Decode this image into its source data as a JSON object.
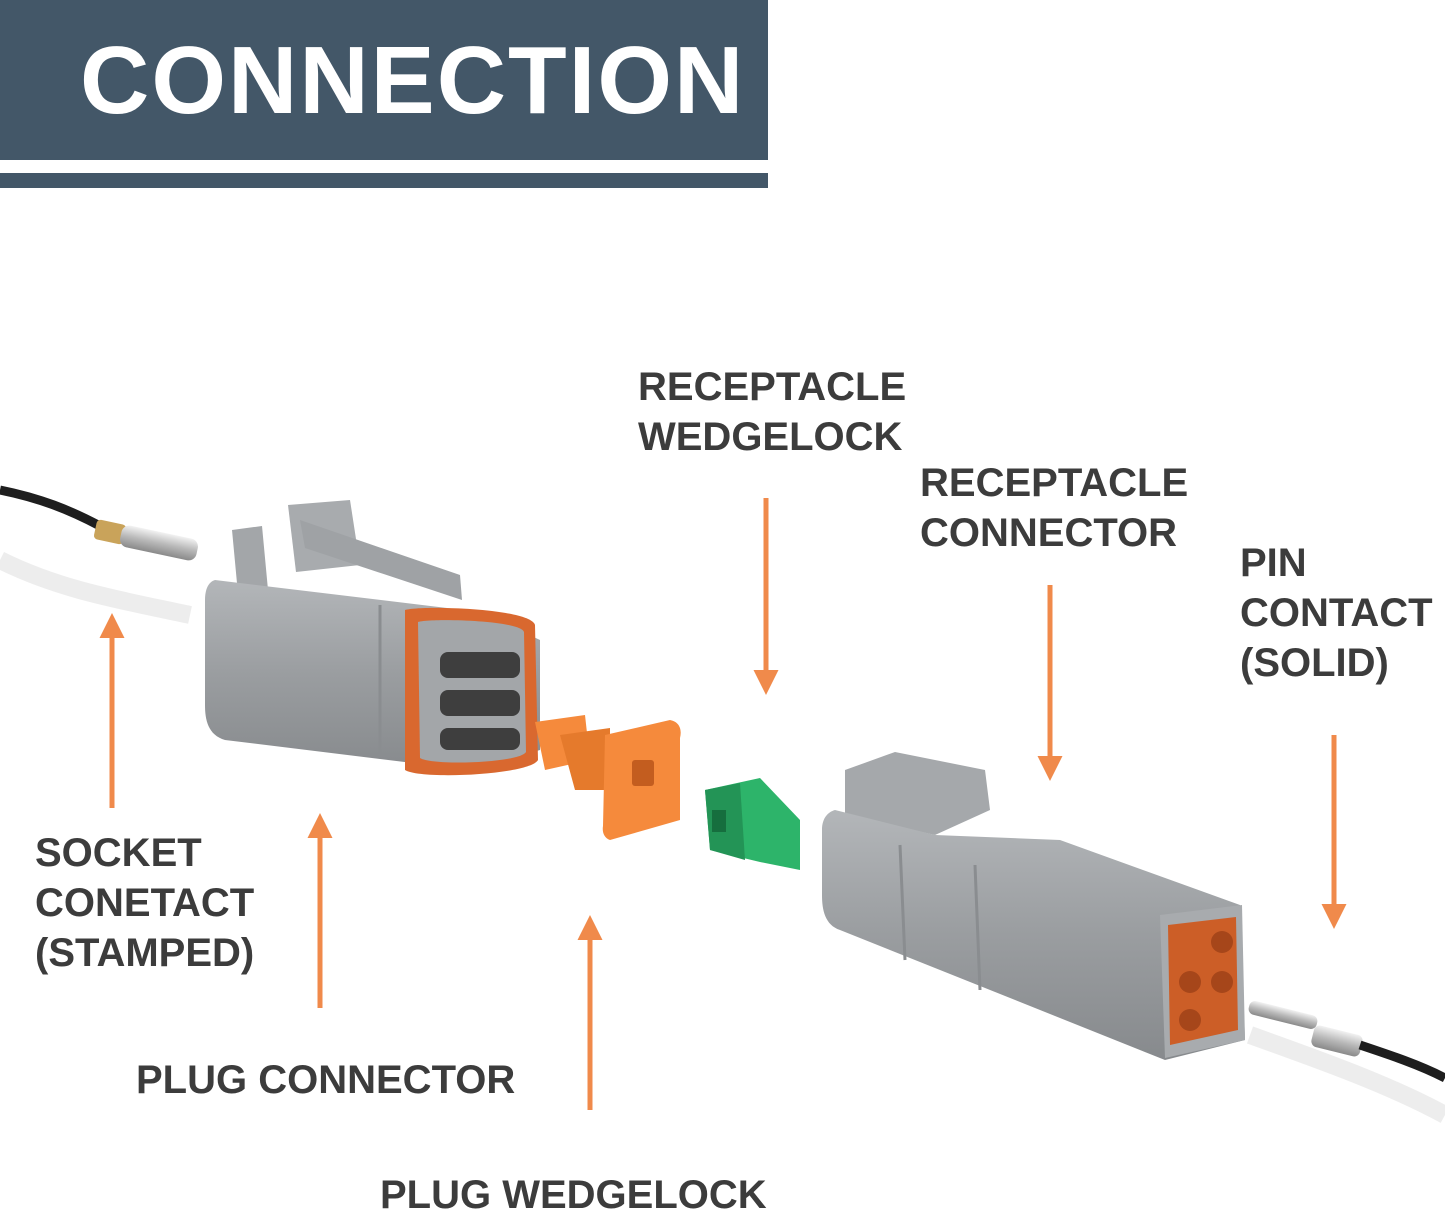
{
  "title": "CONNECTION",
  "colors": {
    "banner": "#435768",
    "arrow": "#f08a4b",
    "housing_gray": "#9b9ea1",
    "seal_orange": "#d9682f",
    "plug_wedgelock": "#f58a3c",
    "receptacle_wedgelock": "#2db46a",
    "label_text": "#3c3c3c"
  },
  "labels": {
    "receptacle_wedgelock": [
      "RECEPTACLE",
      "WEDGELOCK"
    ],
    "receptacle_connector": [
      "RECEPTACLE",
      "CONNECTOR"
    ],
    "pin_contact": [
      "PIN",
      "CONTACT",
      "(SOLID)"
    ],
    "socket_contact": [
      "SOCKET",
      "CONETACT",
      "(STAMPED)"
    ],
    "plug_connector": [
      "PLUG CONNECTOR"
    ],
    "plug_wedgelock": [
      "PLUG WEDGELOCK"
    ]
  }
}
